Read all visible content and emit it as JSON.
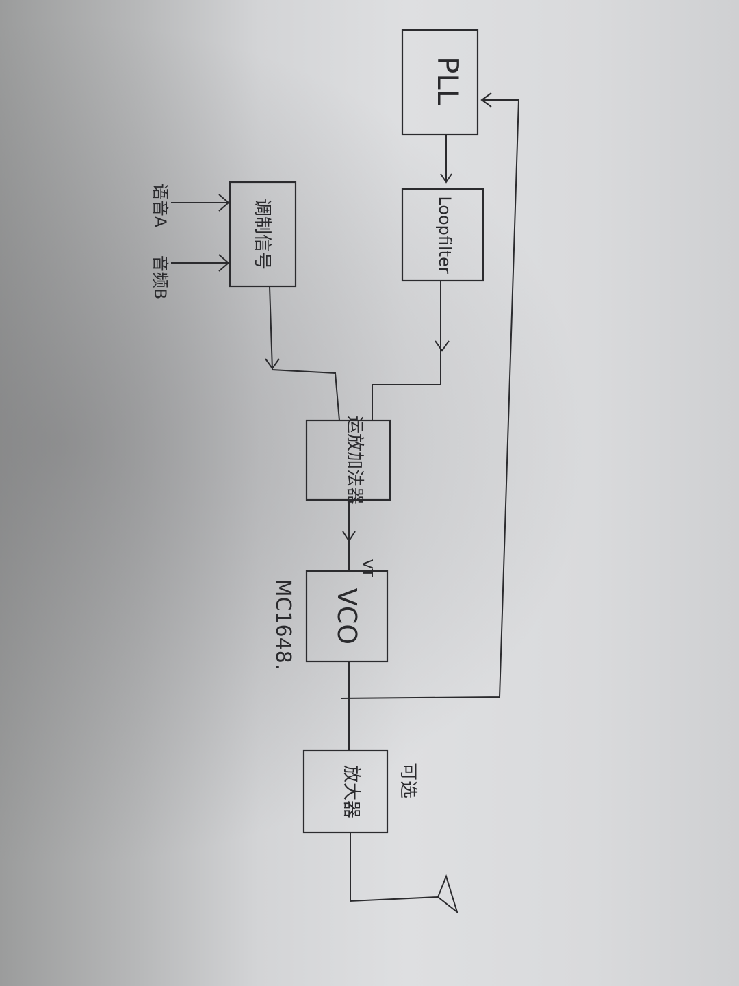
{
  "blocks": {
    "pll": "PLL",
    "loop_filter": "Loopfilter",
    "modulation_signal": "调制信号",
    "op_amp_adder": "运放加法器",
    "vco": "VCO",
    "amplifier": "放大器"
  },
  "labels": {
    "vt": "VT",
    "chip": "MC1648.",
    "input_a": "语音A",
    "input_b": "音频B",
    "optional": "可选"
  }
}
